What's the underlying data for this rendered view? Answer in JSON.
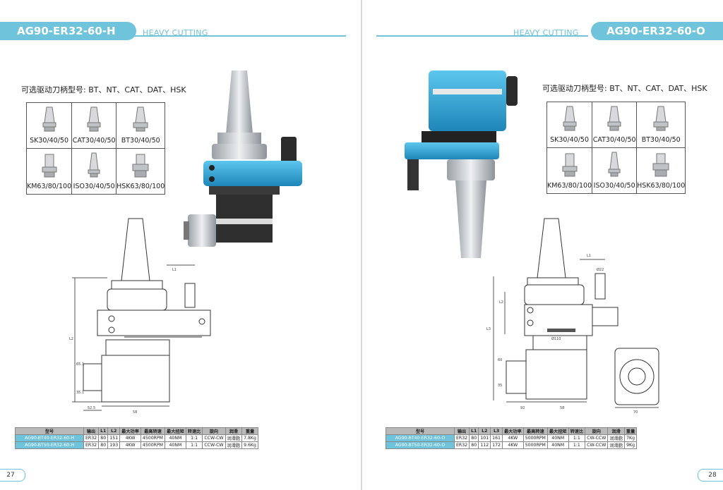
{
  "left_page": {
    "model_title": "AG90-ER32-60-H",
    "category": "HEAVY CUTTING",
    "shank_subtitle": "可选驱动刀柄型号: BT、NT、CAT、DAT、HSK",
    "shank_types": [
      "SK30/40/50",
      "CAT30/40/50",
      "BT30/40/50",
      "KM63/80/100",
      "ISO30/40/50",
      "HSK63/80/100"
    ],
    "dimensions": {
      "l1": "L1",
      "l2": "L2",
      "d1": "65.1",
      "d2": "35.1",
      "d3": "52.5",
      "d4": "58"
    },
    "specs_table": {
      "headers": [
        "型号",
        "输出",
        "L1",
        "L2",
        "最大功率",
        "最高转速",
        "最大扭矩",
        "转速比",
        "旋向",
        "润滑",
        "重量"
      ],
      "rows": [
        [
          "AG90-BT40-ER32-60-H",
          "ER32",
          "80",
          "151",
          "4KW",
          "4500RPM",
          "40NM",
          "1:1",
          "CCW-CW",
          "润滑脂",
          "7.8Kg"
        ],
        [
          "AG90-BT50-ER32-60-H",
          "ER32",
          "80",
          "193",
          "4KW",
          "4500RPM",
          "40NM",
          "1:1",
          "CCW-CW",
          "润滑脂",
          "9.6Kg"
        ]
      ]
    },
    "page_number": "27"
  },
  "right_page": {
    "model_title": "AG90-ER32-60-O",
    "category": "HEAVY CUTTING",
    "shank_subtitle": "可选驱动刀柄型号: BT、NT、CAT、DAT、HSK",
    "shank_types": [
      "SK30/40/50",
      "CAT30/40/50",
      "BT30/40/50",
      "KM63/80/100",
      "ISO30/40/50",
      "HSK63/80/100"
    ],
    "dimensions": {
      "l1": "L1",
      "l2": "L2",
      "l3": "L3",
      "dia": "Ø110",
      "d1": "92",
      "d2": "58",
      "d3": "70",
      "d4": "60",
      "d5": "35",
      "d6": "Ø22"
    },
    "specs_table": {
      "headers": [
        "型号",
        "输出",
        "L1",
        "L2",
        "L3",
        "最大功率",
        "最高转速",
        "最大扭矩",
        "转速比",
        "旋向",
        "润滑",
        "重量"
      ],
      "rows": [
        [
          "AG90-BT40-ER32-60-O",
          "ER32",
          "80",
          "101",
          "161",
          "4KW",
          "5000RPM",
          "40NM",
          "1:1",
          "CW-CCW",
          "润滑脂",
          "7Kg"
        ],
        [
          "AG90-BT50-ER32-60-O",
          "ER32",
          "80",
          "112",
          "172",
          "4KW",
          "5000RPM",
          "40NM",
          "1:1",
          "CW-CCW",
          "润滑脂",
          "9Kg"
        ]
      ]
    },
    "page_number": "28"
  },
  "colors": {
    "accent": "#6fc3da",
    "tool_body": "#3fb2e0",
    "steel": "#c8cbd0",
    "dark": "#2b2b2b"
  }
}
